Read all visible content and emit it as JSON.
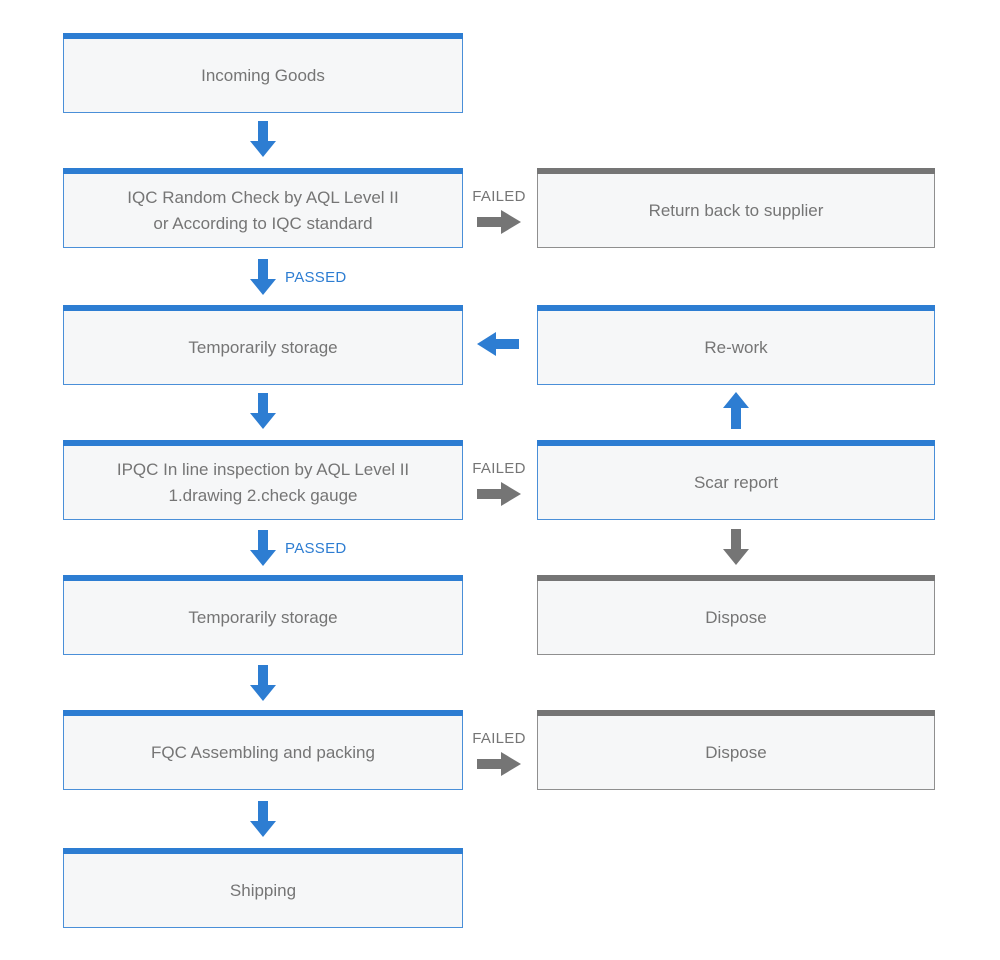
{
  "colors": {
    "blue": "#2d7dd2",
    "gray": "#757575",
    "box_bg": "#f6f7f8",
    "text": "#757575"
  },
  "labels": {
    "passed": "PASSED",
    "failed": "FAILED"
  },
  "main_flow": [
    {
      "lines": [
        "Incoming Goods"
      ]
    },
    {
      "lines": [
        "IQC Random Check  by AQL Level II",
        "or According to IQC standard"
      ]
    },
    {
      "lines": [
        "Temporarily storage"
      ]
    },
    {
      "lines": [
        "IPQC In line inspection by AQL Level II",
        "1.drawing 2.check gauge"
      ]
    },
    {
      "lines": [
        "Temporarily storage"
      ]
    },
    {
      "lines": [
        "FQC Assembling and packing"
      ]
    },
    {
      "lines": [
        "Shipping"
      ]
    }
  ],
  "side_flow": [
    {
      "lines": [
        "Return back to supplier"
      ],
      "style": "gray"
    },
    {
      "lines": [
        "Re-work"
      ],
      "style": "blue"
    },
    {
      "lines": [
        "Scar report"
      ],
      "style": "blue"
    },
    {
      "lines": [
        "Dispose"
      ],
      "style": "gray"
    },
    {
      "lines": [
        "Dispose"
      ],
      "style": "gray"
    }
  ]
}
